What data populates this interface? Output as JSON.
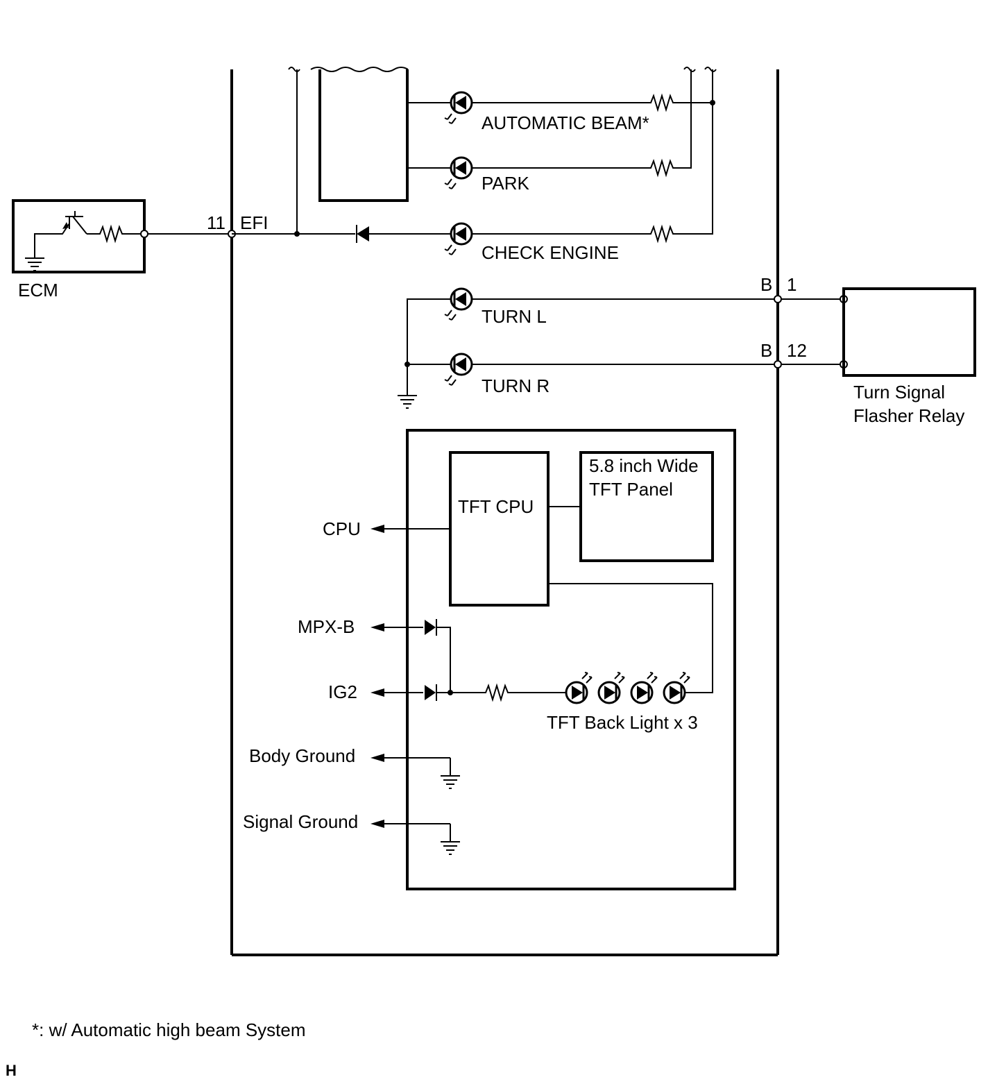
{
  "components": {
    "ecm": "ECM",
    "flasher_relay_line1": "Turn Signal",
    "flasher_relay_line2": "Flasher Relay",
    "tft_cpu": "TFT CPU",
    "tft_panel_line1": "5.8 inch Wide",
    "tft_panel_line2": "TFT Panel"
  },
  "pins": {
    "efi_number": "11",
    "efi_name": "EFI",
    "turn_l_connector": "B",
    "turn_l_number": "1",
    "turn_r_connector": "B",
    "turn_r_number": "12"
  },
  "indicators": {
    "automatic_beam": "AUTOMATIC BEAM*",
    "park": "PARK",
    "check_engine": "CHECK ENGINE",
    "turn_l": "TURN L",
    "turn_r": "TURN R"
  },
  "terminals": {
    "cpu": "CPU",
    "mpx_b": "MPX-B",
    "ig2": "IG2",
    "body_ground": "Body Ground",
    "signal_ground": "Signal Ground"
  },
  "backlight_label": "TFT Back Light x 3",
  "footnote": "*: w/ Automatic high beam System",
  "corner_mark": "H"
}
